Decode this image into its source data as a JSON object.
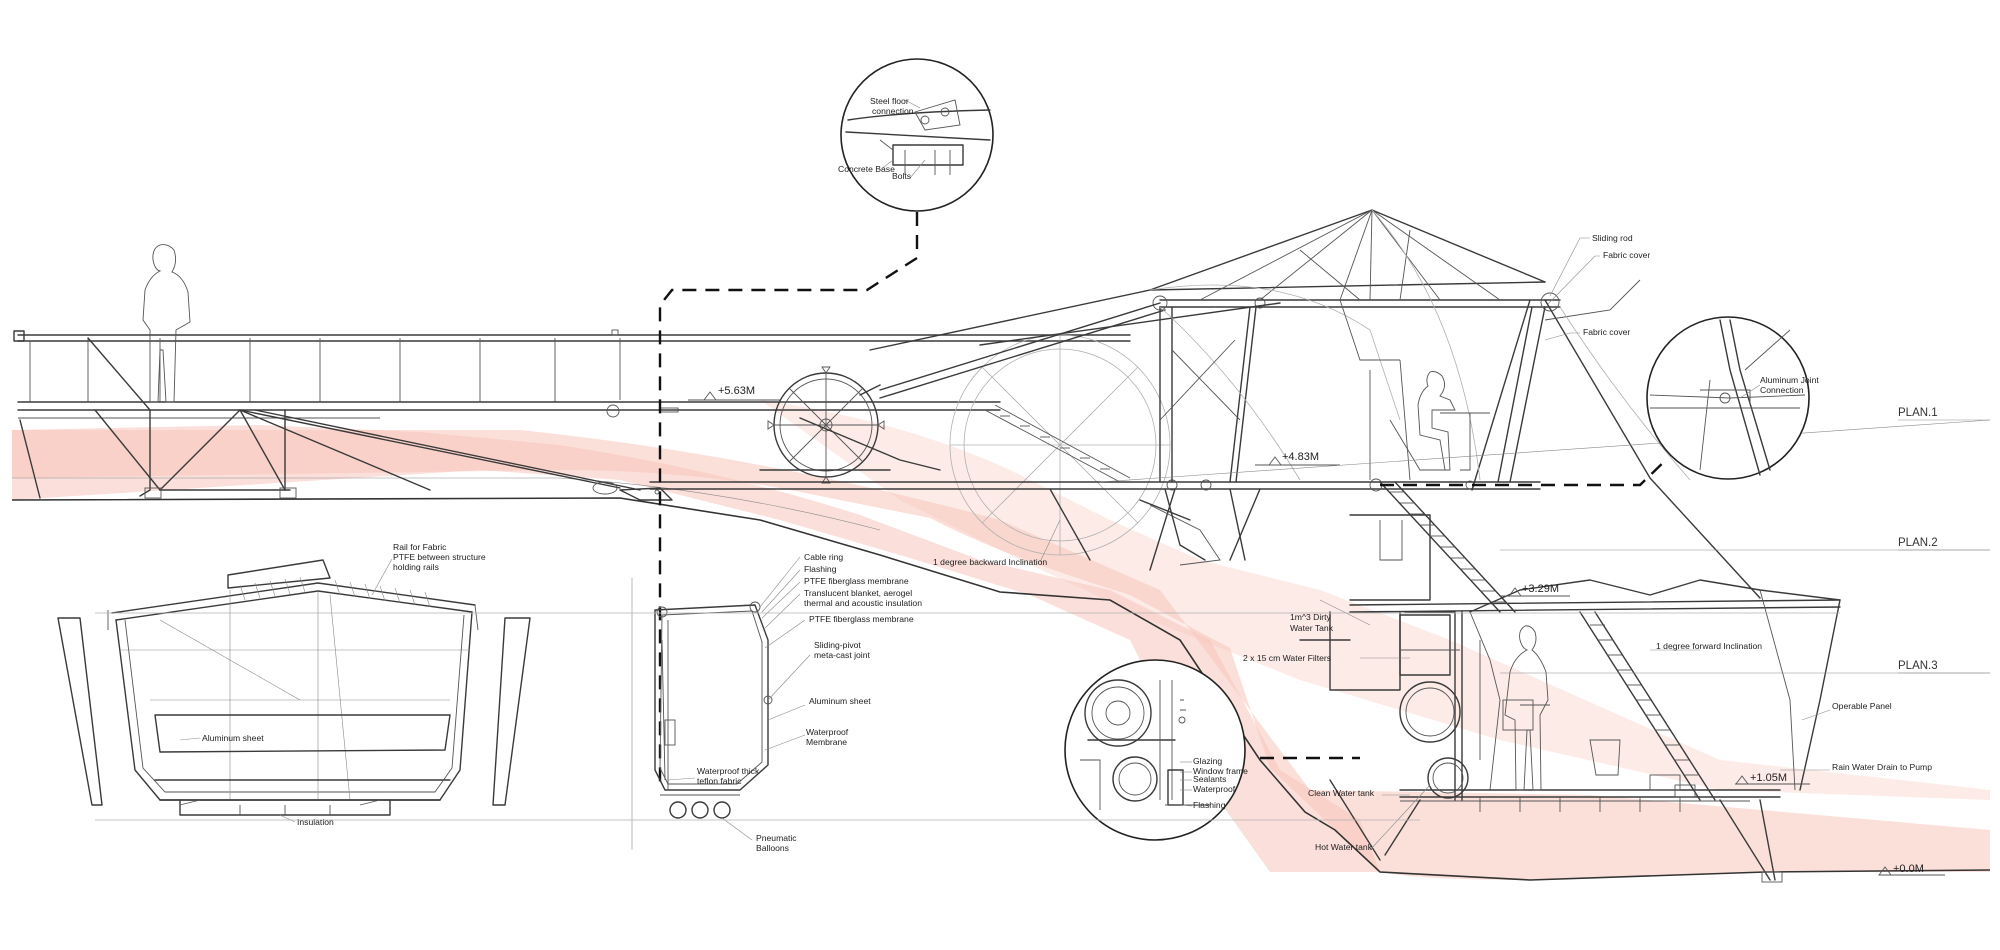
{
  "levels": {
    "l563": "+5.63M",
    "l483": "+4.83M",
    "l329": "+3.29M",
    "l105": "+1.05M",
    "l00": "+0.0M"
  },
  "plans": [
    "PLAN.1",
    "PLAN.2",
    "PLAN.3"
  ],
  "detail_top": {
    "steel_floor": "Steel floor",
    "connection": "connection",
    "concrete_base": "Concrete Base",
    "bolts": "Bolts"
  },
  "detail_right": {
    "line1": "Aluminum Joint",
    "line2": "Connection"
  },
  "detail_bottom": {
    "glazing": "Glazing",
    "window_frame": "Window frame",
    "sealants": "Sealants",
    "waterproof": "Waterproof",
    "flashing": "Flashing"
  },
  "main_labels": {
    "sliding_rod": "Sliding rod",
    "fabric_cover_1": "Fabric cover",
    "fabric_cover_2": "Fabric cover",
    "backward": "1 degree backward Inclination",
    "dirty_tank_1": "1m^3 Dirty",
    "dirty_tank_2": "Water Tank",
    "filters": "2 x 15 cm  Water Filters",
    "forward": "1 degree forward Inclination",
    "operable_panel": "Operable Panel",
    "rain_drain": "Rain Water Drain to Pump",
    "clean_tank": "Clean Water tank",
    "hot_tank": "Hot Water tank"
  },
  "left_section": {
    "rail_1": "Rail for Fabric",
    "rail_2": "PTFE between structure",
    "rail_3": "holding rails",
    "aluminum_sheet": "Aluminum sheet",
    "insulation": "Insulation"
  },
  "wall_section": {
    "cable_ring": "Cable ring",
    "flashing": "Flashing",
    "ptfe_1": "PTFE fiberglass membrane",
    "blanket_1": "Translucent blanket, aerogel",
    "blanket_2": "thermal and acoustic insulation",
    "ptfe_2": "PTFE fiberglass membrane",
    "pivot_1": "Sliding-pivot",
    "pivot_2": "meta-cast joint",
    "aluminum_sheet": "Aluminum sheet",
    "membrane_1": "Waterproof",
    "membrane_2": "Membrane",
    "teflon_1": "Waterproof thick",
    "teflon_2": "teflon fabric",
    "balloons_1": "Pneumatic",
    "balloons_2": "Balloons"
  }
}
